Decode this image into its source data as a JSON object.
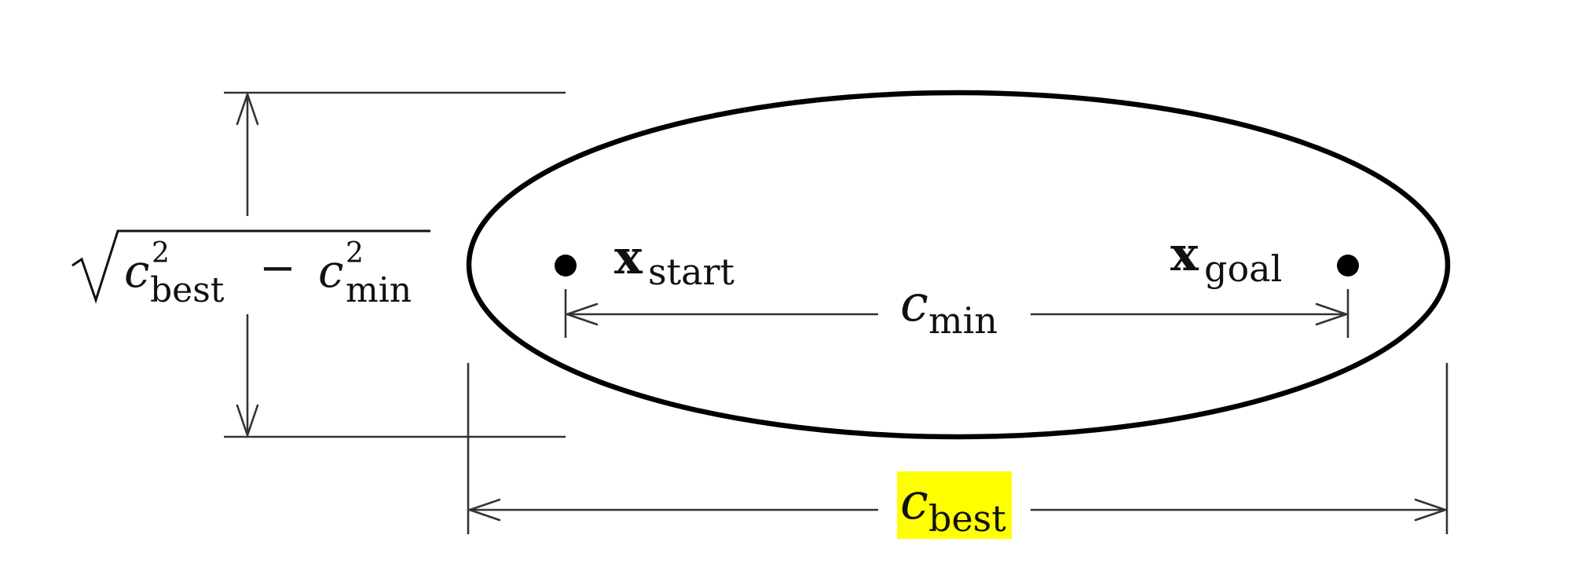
{
  "labels": {
    "x_start_main": "x",
    "x_start_sub": "start",
    "x_goal_main": "x",
    "x_goal_sub": "goal",
    "c_min_main": "c",
    "c_min_sub": "min",
    "c_best_main": "c",
    "c_best_sub": "best",
    "sqrt_c1_main": "c",
    "sqrt_c1_sup": "2",
    "sqrt_c1_sub": "best",
    "sqrt_minus": "−",
    "sqrt_c2_main": "c",
    "sqrt_c2_sup": "2",
    "sqrt_c2_sub": "min"
  },
  "colors": {
    "highlight": "#ffff00",
    "outline": "#000000",
    "dimension_lines": "#333333"
  }
}
